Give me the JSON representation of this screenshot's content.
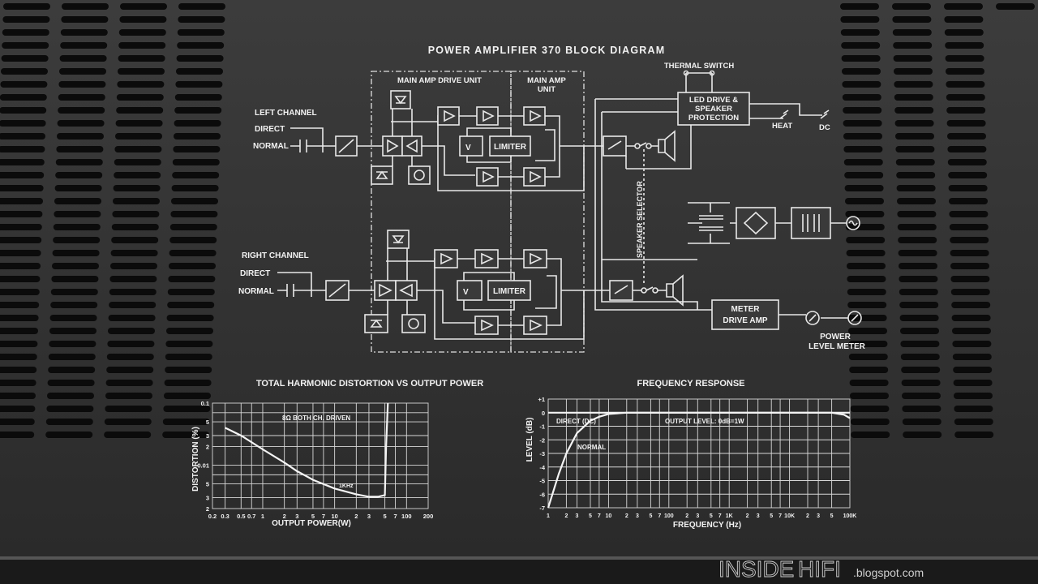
{
  "diagram": {
    "title": "POWER AMPLIFIER 370 BLOCK DIAGRAM",
    "main_amp_drive_unit": "MAIN AMP DRIVE UNIT",
    "main_amp_unit_l1": "MAIN AMP",
    "main_amp_unit_l2": "UNIT",
    "left_channel": "LEFT CHANNEL",
    "right_channel": "RIGHT CHANNEL",
    "direct": "DIRECT",
    "normal": "NORMAL",
    "limiter": "LIMITER",
    "v_block": "V",
    "thermal_switch": "THERMAL SWITCH",
    "led_drive_l1": "LED DRIVE &",
    "led_drive_l2": "SPEAKER",
    "led_drive_l3": "PROTECTION",
    "heat": "HEAT",
    "dc": "DC",
    "speaker_selector": "SPEAKER SELECTOR",
    "meter_l1": "METER",
    "meter_l2": "DRIVE AMP",
    "power_meter_l1": "POWER",
    "power_meter_l2": "LEVEL METER"
  },
  "thd_chart": {
    "title": "TOTAL HARMONIC DISTORTION VS OUTPUT POWER",
    "xlabel": "OUTPUT POWER(W)",
    "ylabel": "DISTORTION (%)",
    "annotation_driven": "8Ω BOTH CH. DRIVEN",
    "annotation_freq": "1KHz",
    "x_ticks": [
      "0.2",
      "0.3",
      "0.5",
      "0.7",
      "1",
      "2",
      "3",
      "5",
      "7",
      "10",
      "2",
      "3",
      "5",
      "7",
      "100",
      "200"
    ],
    "y_ticks": [
      "0.1",
      "5",
      "3",
      "2",
      "0.01",
      "5",
      "3",
      "2"
    ]
  },
  "freq_chart": {
    "title": "FREQUENCY RESPONSE",
    "xlabel": "FREQUENCY (Hz)",
    "ylabel": "LEVEL (dB)",
    "annotation_direct": "DIRECT (DC)",
    "annotation_normal": "NORMAL",
    "annotation_level": "OUTPUT LEVEL: 0dB=1W",
    "x_ticks": [
      "1",
      "2",
      "3",
      "5",
      "7",
      "10",
      "2",
      "3",
      "5",
      "7",
      "100",
      "2",
      "3",
      "5",
      "7",
      "1K",
      "2",
      "3",
      "5",
      "7",
      "10K",
      "2",
      "3",
      "5",
      "100K"
    ],
    "y_ticks": [
      "+1",
      "0",
      "-1",
      "-2",
      "-3",
      "-4",
      "-5",
      "-6",
      "-7"
    ]
  },
  "chart_data": [
    {
      "type": "line",
      "title": "TOTAL HARMONIC DISTORTION VS OUTPUT POWER",
      "xlabel": "OUTPUT POWER(W)",
      "ylabel": "DISTORTION (%)",
      "x_scale": "log",
      "y_scale": "log",
      "xlim": [
        0.2,
        200
      ],
      "ylim": [
        0.002,
        0.1
      ],
      "series": [
        {
          "name": "8Ω BOTH CH. DRIVEN",
          "x": [
            0.3,
            0.5,
            1,
            2,
            3,
            5,
            10,
            20,
            30,
            40,
            50,
            52,
            55
          ],
          "y": [
            0.04,
            0.03,
            0.018,
            0.011,
            0.008,
            0.0058,
            0.0042,
            0.0034,
            0.0031,
            0.0031,
            0.0033,
            0.02,
            0.1
          ]
        }
      ],
      "annotations": [
        "8Ω BOTH CH. DRIVEN",
        "1KHz"
      ]
    },
    {
      "type": "line",
      "title": "FREQUENCY RESPONSE",
      "xlabel": "FREQUENCY (Hz)",
      "ylabel": "LEVEL (dB)",
      "x_scale": "log",
      "xlim": [
        1,
        100000
      ],
      "ylim": [
        -7,
        1
      ],
      "series": [
        {
          "name": "DIRECT (DC)",
          "x": [
            1,
            100000
          ],
          "y": [
            0,
            0
          ]
        },
        {
          "name": "NORMAL",
          "x": [
            1,
            1.5,
            2,
            3,
            5,
            7,
            10,
            20,
            1000,
            50000,
            80000,
            100000
          ],
          "y": [
            -7,
            -4.5,
            -3,
            -1.5,
            -0.6,
            -0.3,
            -0.1,
            0,
            0,
            0,
            -0.15,
            -0.4
          ]
        }
      ],
      "annotations": [
        "OUTPUT LEVEL: 0dB=1W"
      ]
    }
  ],
  "watermark": {
    "brand_a": "INSIDE",
    "brand_b": "HIFI",
    "domain": ".blogspot.com"
  }
}
